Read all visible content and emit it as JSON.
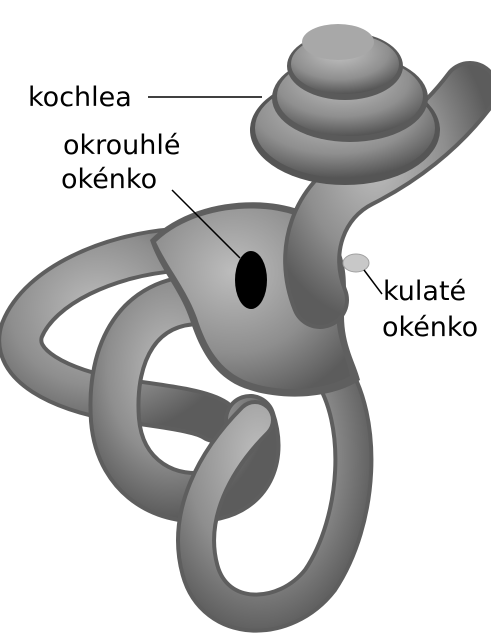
{
  "labels": {
    "cochlea": "kochlea",
    "round_window_line1": "okrouhlé",
    "round_window_line2": "okénko",
    "oval_window_line1": "kulaté",
    "oval_window_line2": "okénko"
  },
  "colors": {
    "background": "#ffffff",
    "text": "#000000",
    "labyrinth": "#8c8c8c",
    "round_window": "#000000",
    "oval_window": "#c8c8c8"
  }
}
